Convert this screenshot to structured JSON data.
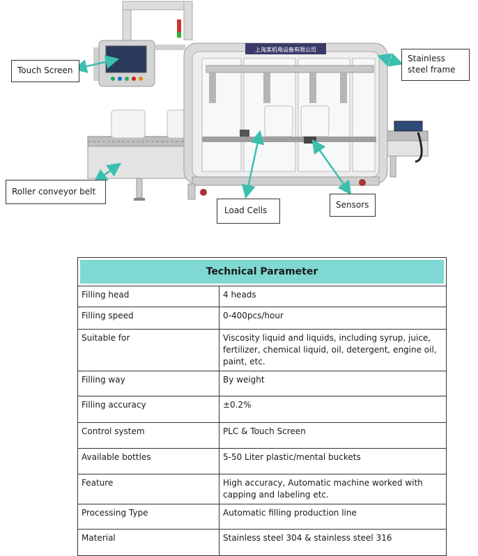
{
  "figure": {
    "labels": {
      "touch_screen": "Touch Screen",
      "stainless_frame": "Stainless steel frame",
      "roller_conveyor": "Roller conveyor belt",
      "load_cells": "Load Cells",
      "sensors": "Sensors"
    },
    "plate_text": "上海某机电设备有限公司",
    "colors": {
      "arrow": "#3bbfae",
      "table_header": "#7fd8d1"
    }
  },
  "table": {
    "title": "Technical Parameter",
    "rows": [
      {
        "param": "Filling head",
        "value": "4 heads"
      },
      {
        "param": "Filling speed",
        "value": "0-400pcs/hour"
      },
      {
        "param": "Suitable for",
        "value": "Viscosity liquid and liquids, including syrup, juice, fertilizer, chemical liquid, oil, detergent, engine oil, paint, etc."
      },
      {
        "param": "Filling way",
        "value": "By weight"
      },
      {
        "param": "Filling accuracy",
        "value": "±0.2%"
      },
      {
        "param": "Control system",
        "value": "PLC & Touch Screen"
      },
      {
        "param": "Available bottles",
        "value": "5-50 Liter plastic/mental buckets"
      },
      {
        "param": "Feature",
        "value": "High accuracy, Automatic machine worked with capping and labeling etc."
      },
      {
        "param": "Processing Type",
        "value": "Automatic filling production line"
      },
      {
        "param": "Material",
        "value": "Stainless steel 304 & stainless steel 316"
      }
    ]
  }
}
